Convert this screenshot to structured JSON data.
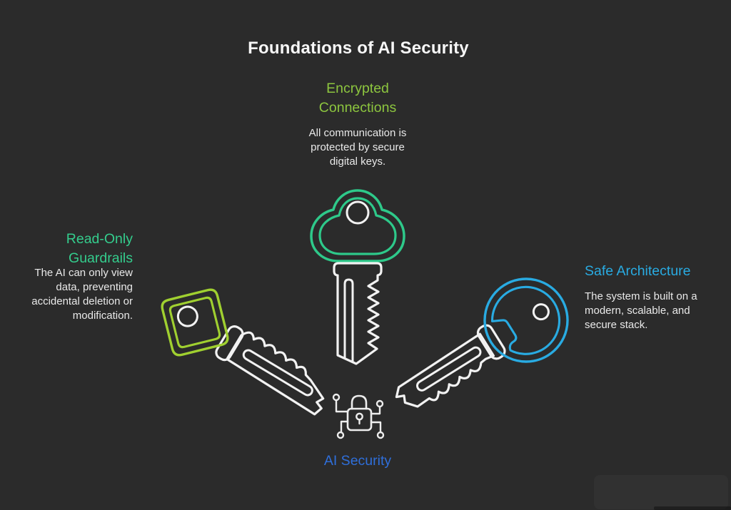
{
  "title": "Foundations of AI Security",
  "colors": {
    "bg": "#2B2B2B",
    "titleText": "#F7F7F7",
    "bodyText": "#E9E9E9",
    "encryptedGreen": "#8DC63F",
    "guardrailsGreen": "#34CD8D",
    "architectureBlue": "#29ABE2",
    "securityBlue": "#2F6FDB",
    "keyCenterGreen": "#2EC98A",
    "keyLeftLime": "#A0D030",
    "keyRightBlue": "#29ABE2",
    "keyWhite": "#F2F2F2"
  },
  "sections": {
    "encrypted": {
      "heading": "Encrypted\nConnections",
      "description": "All communication is\nprotected by secure\ndigital keys.",
      "icon": "cloud-key-icon"
    },
    "guardrails": {
      "heading": "Read-Only\nGuardrails",
      "description": "The AI can only view\ndata, preventing\naccidental deletion or\nmodification.",
      "icon": "shield-key-icon"
    },
    "architecture": {
      "heading": "Safe Architecture",
      "description": "The system is built on a\nmodern, scalable, and\nsecure stack.",
      "icon": "round-key-icon"
    },
    "core": {
      "label": "AI Security",
      "icon": "circuit-lock-icon"
    }
  }
}
